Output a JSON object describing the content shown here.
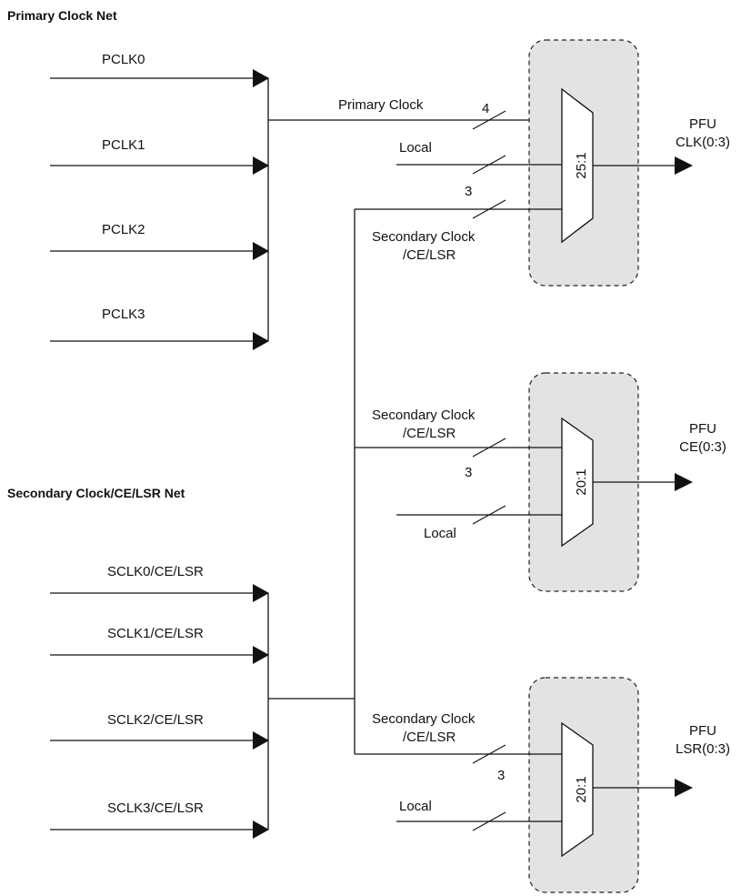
{
  "primary_net": {
    "title": "Primary Clock Net",
    "inputs": [
      "PCLK0",
      "PCLK1",
      "PCLK2",
      "PCLK3"
    ]
  },
  "secondary_net": {
    "title": "Secondary Clock/CE/LSR Net",
    "inputs": [
      "SCLK0/CE/LSR",
      "SCLK1/CE/LSR",
      "SCLK2/CE/LSR",
      "SCLK3/CE/LSR"
    ]
  },
  "mux_clk": {
    "ratio": "25:1",
    "primary_label": "Primary Clock",
    "primary_width": "4",
    "local_label": "Local",
    "secondary_width": "3",
    "secondary_label_1": "Secondary Clock",
    "secondary_label_2": "/CE/LSR",
    "output_1": "PFU",
    "output_2": "CLK(0:3)"
  },
  "mux_ce": {
    "ratio": "20:1",
    "secondary_label_1": "Secondary Clock",
    "secondary_label_2": "/CE/LSR",
    "secondary_width": "3",
    "local_label": "Local",
    "output_1": "PFU",
    "output_2": "CE(0:3)"
  },
  "mux_lsr": {
    "ratio": "20:1",
    "secondary_label_1": "Secondary Clock",
    "secondary_label_2": "/CE/LSR",
    "secondary_width": "3",
    "local_label": "Local",
    "output_1": "PFU",
    "output_2": "LSR(0:3)"
  }
}
